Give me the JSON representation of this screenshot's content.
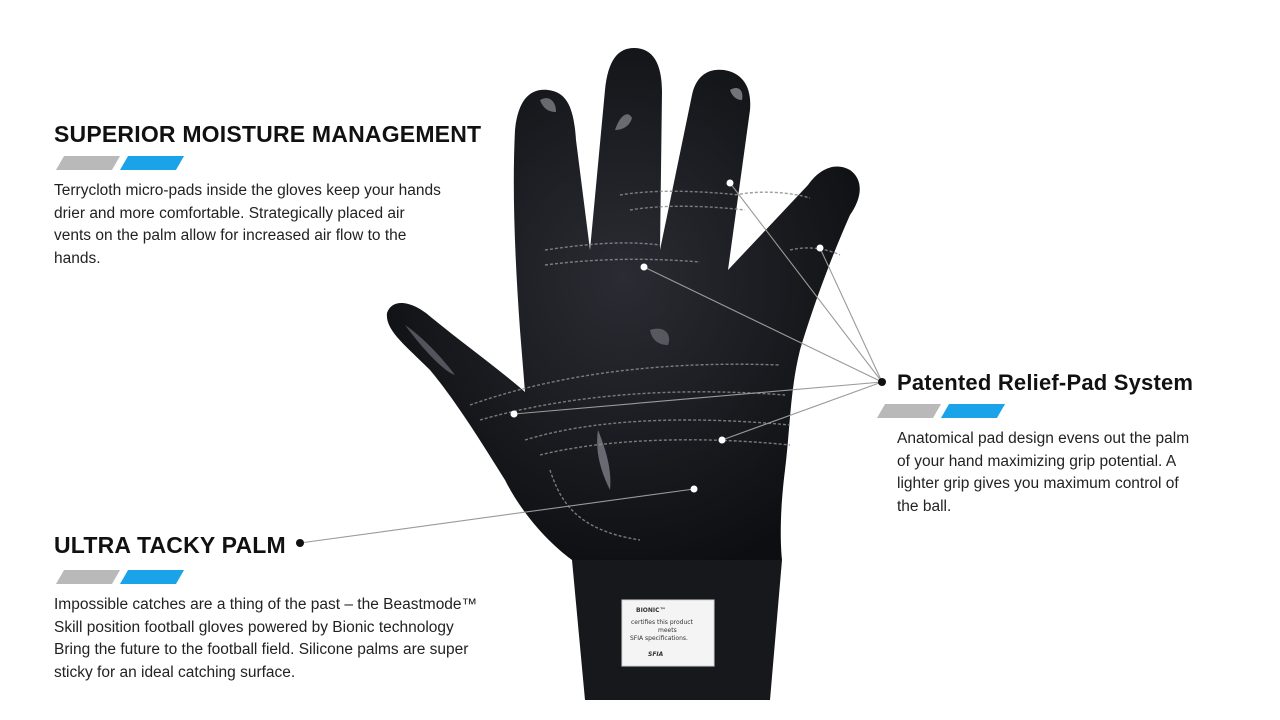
{
  "features": {
    "moisture": {
      "title": "SUPERIOR MOISTURE MANAGEMENT",
      "lines": [
        "Terrycloth micro-pads inside the gloves keep your hands",
        "drier and more comfortable.  Strategically placed air",
        "vents on the palm allow for increased air flow to the",
        "hands."
      ]
    },
    "relief_pad": {
      "title": "Patented Relief-Pad System",
      "lines": [
        "Anatomical pad design evens out the palm",
        "of your hand maximizing grip potential.  A",
        "lighter grip gives you maximum control of",
        "the ball."
      ]
    },
    "tacky_palm": {
      "title": "ULTRA TACKY PALM",
      "lines": [
        "Impossible catches are a thing of the past – the Beastmode™",
        "Skill position football gloves powered by Bionic technology",
        "Bring the future to the football field.  Silicone palms are super",
        "sticky for an ideal catching surface."
      ]
    }
  },
  "tag": {
    "brand": "BIONIC™",
    "line1": "certifies this product",
    "line2": "meets",
    "line3": "SFIA specifications.",
    "mark": "SFIA"
  },
  "colors": {
    "accent_blue": "#1aa3e8",
    "accent_gray": "#b9b9b9",
    "glove": "#15161a"
  }
}
